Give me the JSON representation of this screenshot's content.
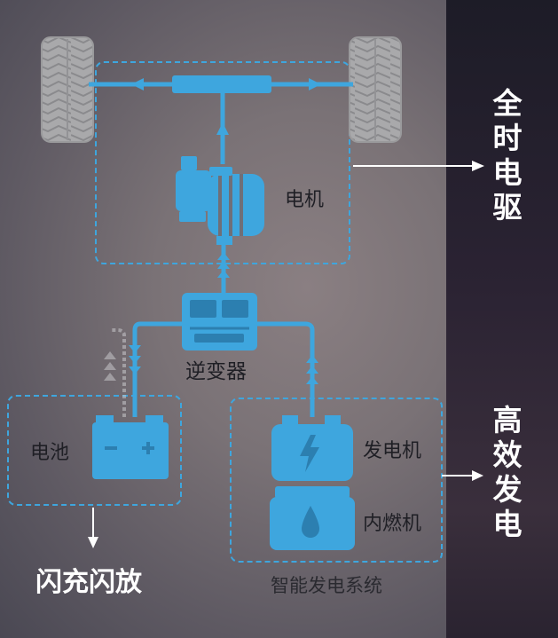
{
  "labels": {
    "motor": "电机",
    "inverter": "逆变器",
    "battery": "电池",
    "generator": "发电机",
    "engine": "内燃机",
    "system": "智能发电系统",
    "flash": "闪充闪放"
  },
  "side_titles": {
    "full_drive": "全时电驱",
    "efficient_gen": "高效发电"
  },
  "colors": {
    "accent": "#3ea6de",
    "tire": "#a7a7a9",
    "right_panel": "#24202c",
    "text_light": "#ffffff",
    "text_dark": "#1f1f25"
  }
}
